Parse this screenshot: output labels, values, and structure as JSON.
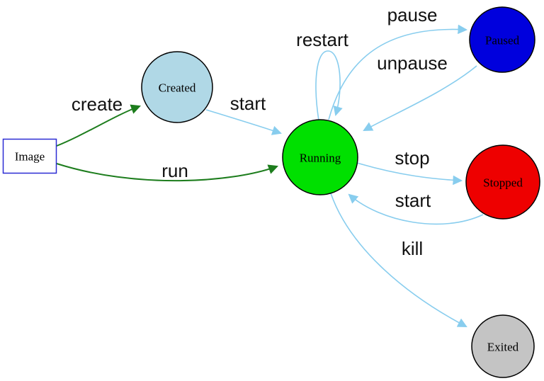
{
  "diagram": {
    "kind": "state-diagram",
    "background": "#ffffff"
  },
  "colors": {
    "edge_blue": "#88cdee",
    "edge_green": "#1d7d1d",
    "label_text": "#111111",
    "node_text": "#000000"
  },
  "nodes": [
    {
      "id": "image",
      "label": "Image",
      "shape": "box",
      "fill": "#ffffff",
      "border": "#2b2bd4"
    },
    {
      "id": "created",
      "label": "Created",
      "shape": "circle",
      "fill": "#b0d8e6",
      "border": "#000000"
    },
    {
      "id": "running",
      "label": "Running",
      "shape": "circle",
      "fill": "#00e000",
      "border": "#000000"
    },
    {
      "id": "paused",
      "label": "Paused",
      "shape": "circle",
      "fill": "#0000dd",
      "border": "#000000"
    },
    {
      "id": "stopped",
      "label": "Stopped",
      "shape": "circle",
      "fill": "#ee0000",
      "border": "#000000"
    },
    {
      "id": "exited",
      "label": "Exited",
      "shape": "circle",
      "fill": "#c4c4c4",
      "border": "#000000"
    }
  ],
  "edges": [
    {
      "label": "create",
      "from": "image",
      "to": "created",
      "color": "#1d7d1d"
    },
    {
      "label": "run",
      "from": "image",
      "to": "running",
      "color": "#1d7d1d"
    },
    {
      "label": "start",
      "from": "created",
      "to": "running",
      "color": "#88cdee"
    },
    {
      "label": "restart",
      "from": "running",
      "to": "running",
      "color": "#88cdee"
    },
    {
      "label": "pause",
      "from": "running",
      "to": "paused",
      "color": "#88cdee"
    },
    {
      "label": "unpause",
      "from": "paused",
      "to": "running",
      "color": "#88cdee"
    },
    {
      "label": "stop",
      "from": "running",
      "to": "stopped",
      "color": "#88cdee"
    },
    {
      "label": "start",
      "from": "stopped",
      "to": "running",
      "color": "#88cdee"
    },
    {
      "label": "kill",
      "from": "running",
      "to": "exited",
      "color": "#88cdee"
    }
  ]
}
